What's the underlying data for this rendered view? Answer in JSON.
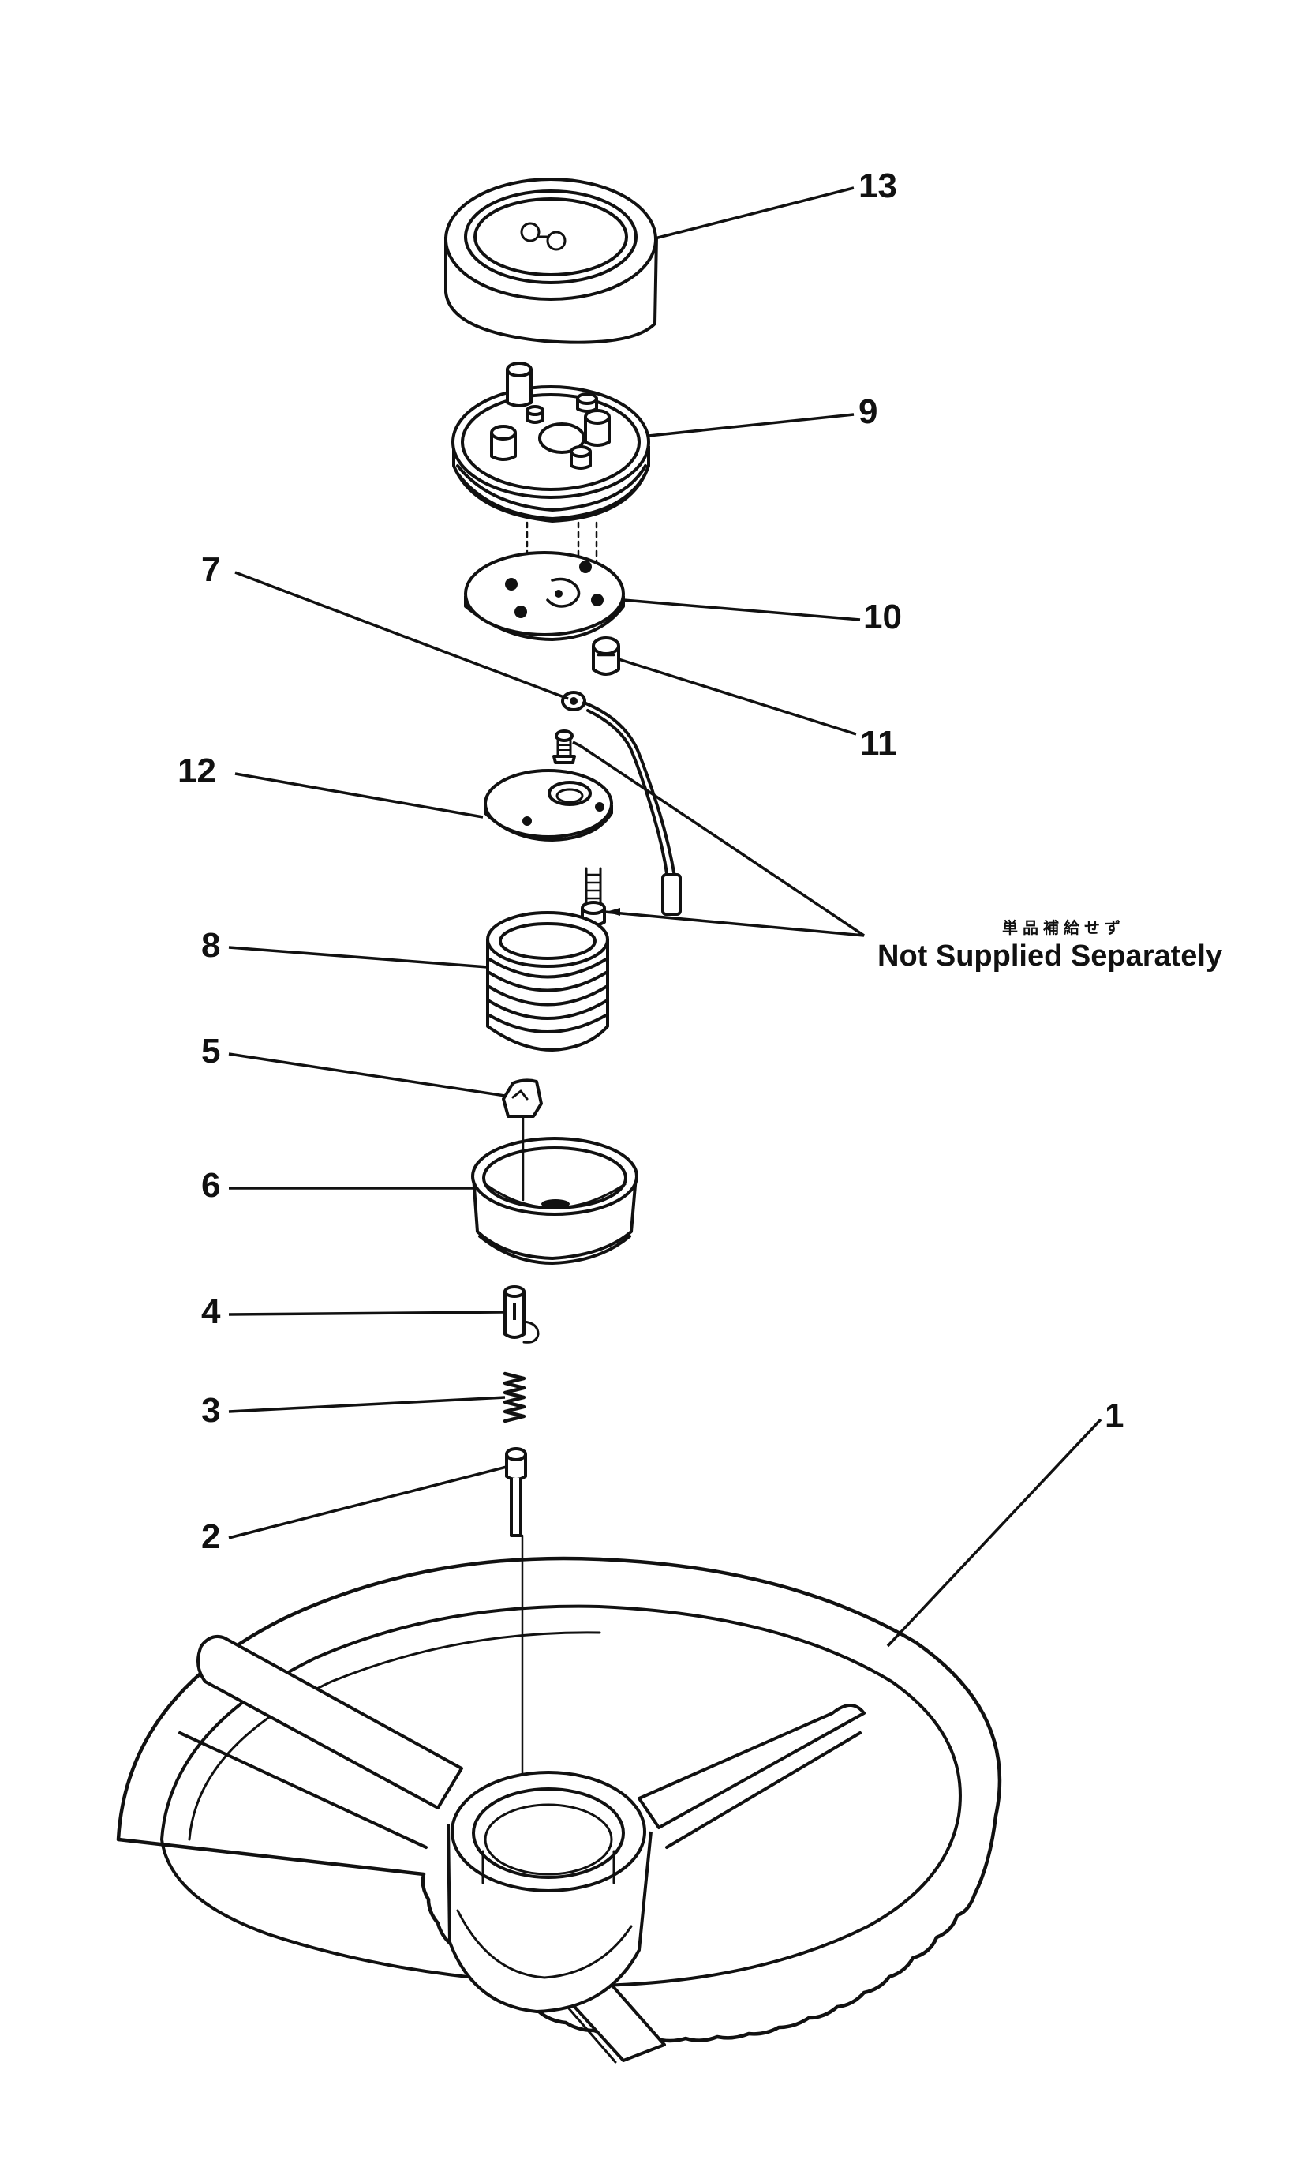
{
  "callouts": {
    "p1": "1",
    "p2": "2",
    "p3": "3",
    "p4": "4",
    "p5": "5",
    "p6": "6",
    "p7": "7",
    "p8": "8",
    "p9": "9",
    "p10": "10",
    "p11": "11",
    "p12": "12",
    "p13": "13"
  },
  "note": {
    "japanese": "単品補給せず",
    "english": "Not Supplied Separately"
  },
  "colors": {
    "ink": "#111111",
    "paper": "#ffffff"
  }
}
